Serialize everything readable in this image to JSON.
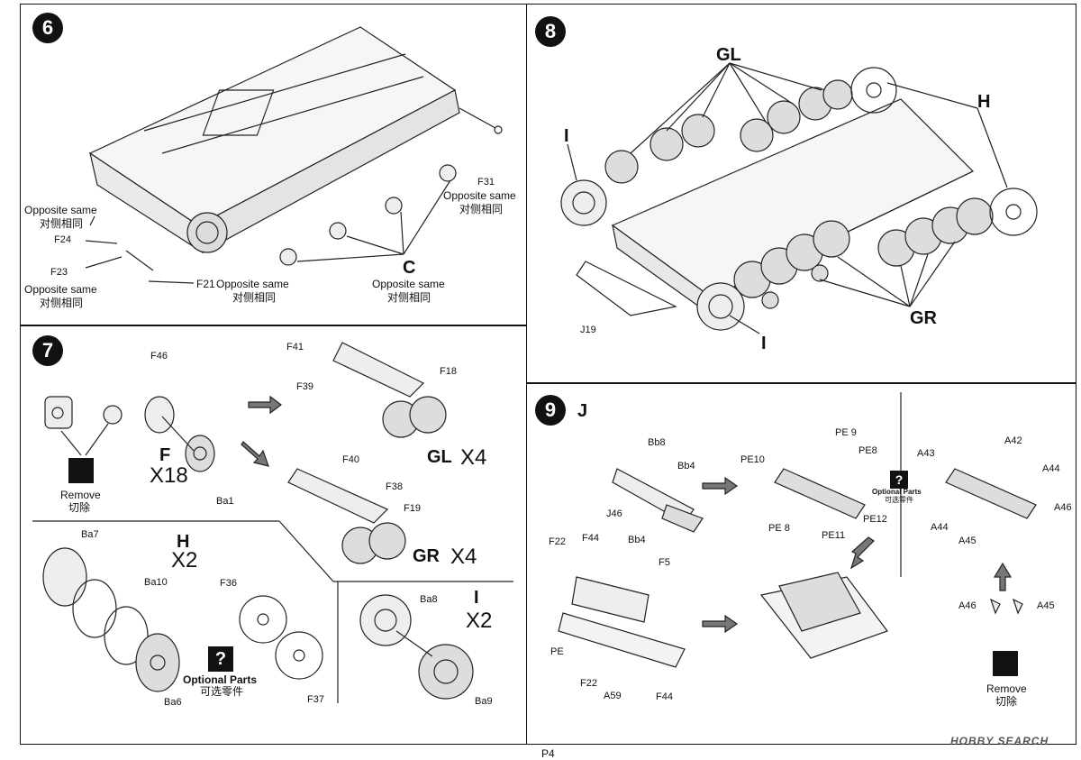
{
  "page_number": "P4",
  "watermark": "HOBBY SEARCH",
  "step6": {
    "number": "6",
    "labels": {
      "opp1": "Opposite same",
      "opp1_cn": "对侧相同",
      "f24": "F24",
      "f23": "F23",
      "opp2": "Opposite same",
      "opp2_cn": "对侧相同",
      "f21": "F21",
      "opp3": "Opposite same",
      "opp3_cn": "对侧相同",
      "c": "C",
      "opp4": "Opposite same",
      "opp4_cn": "对侧相同",
      "f31": "F31",
      "opp5": "Opposite same",
      "opp5_cn": "对侧相同"
    }
  },
  "step7": {
    "number": "7",
    "labels": {
      "f46": "F46",
      "f_big": "F",
      "x18": "X18",
      "ba1": "Ba1",
      "remove": "Remove",
      "remove_cn": "切除",
      "f41": "F41",
      "f39": "F39",
      "f18": "F18",
      "gl": "GL",
      "glx": "X4",
      "f40": "F40",
      "f38": "F38",
      "f19": "F19",
      "gr": "GR",
      "grx": "X4",
      "ba7": "Ba7",
      "ba10": "Ba10",
      "ba6": "Ba6",
      "h": "H",
      "hx": "X2",
      "f36": "F36",
      "f37": "F37",
      "opt": "Optional Parts",
      "opt_cn": "可选零件",
      "ba8": "Ba8",
      "ba9": "Ba9",
      "i": "I",
      "ix": "X2"
    }
  },
  "step8": {
    "number": "8",
    "labels": {
      "gl": "GL",
      "h": "H",
      "i_top": "I",
      "i_bot": "I",
      "gr": "GR",
      "j19": "J19"
    }
  },
  "step9": {
    "number": "9",
    "labels": {
      "j": "J",
      "bb8": "Bb8",
      "bb4a": "Bb4",
      "j46": "J46",
      "bb4b": "Bb4",
      "pe10": "PE10",
      "pe9": "PE 9",
      "pe8a": "PE8",
      "pe8b": "PE 8",
      "pe11": "PE11",
      "pe12": "PE12",
      "opt": "Optional Parts",
      "opt_cn": "可选零件",
      "a43": "A43",
      "a42": "A42",
      "a44a": "A44",
      "a44b": "A44",
      "a45a": "A45",
      "a46a": "A46",
      "f22a": "F22",
      "f44a": "F44",
      "f5": "F5",
      "pe": "PE",
      "f22b": "F22",
      "a59": "A59",
      "f44b": "F44",
      "a46b": "A46",
      "a45b": "A45",
      "remove": "Remove",
      "remove_cn": "切除"
    }
  }
}
